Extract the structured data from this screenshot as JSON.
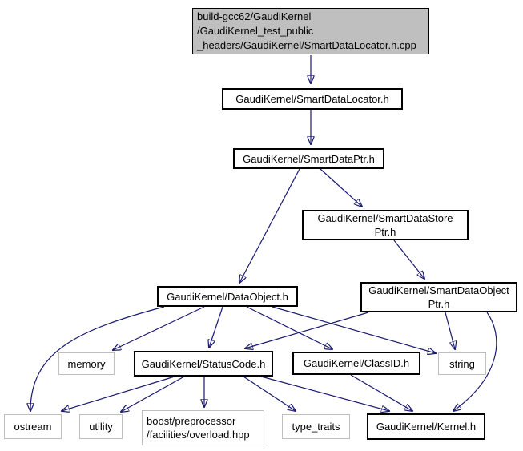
{
  "diagram": {
    "type": "include-dependency-graph",
    "edge_color": "#191970",
    "colors": {
      "root_fill": "#bfbfbf",
      "module_node_border": "#000000",
      "system_node_border": "#bebebe",
      "background": "#ffffff",
      "text": "#000000"
    },
    "nodes": {
      "root": {
        "lines": [
          "build-gcc62/GaudiKernel",
          "/GaudiKernel_test_public",
          "_headers/GaudiKernel/SmartDataLocator.h.cpp"
        ]
      },
      "smart_data_locator": {
        "label": "GaudiKernel/SmartDataLocator.h"
      },
      "smart_data_ptr": {
        "label": "GaudiKernel/SmartDataPtr.h"
      },
      "smart_data_store_ptr": {
        "lines": [
          "GaudiKernel/SmartDataStore",
          "Ptr.h"
        ]
      },
      "data_object": {
        "label": "GaudiKernel/DataObject.h"
      },
      "smart_data_object_ptr": {
        "lines": [
          "GaudiKernel/SmartDataObject",
          "Ptr.h"
        ]
      },
      "memory": {
        "label": "memory"
      },
      "status_code": {
        "label": "GaudiKernel/StatusCode.h"
      },
      "class_id": {
        "label": "GaudiKernel/ClassID.h"
      },
      "string": {
        "label": "string"
      },
      "ostream": {
        "label": "ostream"
      },
      "utility": {
        "label": "utility"
      },
      "boost_overload": {
        "lines": [
          "boost/preprocessor",
          "/facilities/overload.hpp"
        ]
      },
      "type_traits": {
        "label": "type_traits"
      },
      "kernel": {
        "label": "GaudiKernel/Kernel.h"
      }
    },
    "edges": [
      {
        "from": "root",
        "to": "smart_data_locator"
      },
      {
        "from": "smart_data_locator",
        "to": "smart_data_ptr"
      },
      {
        "from": "smart_data_ptr",
        "to": "data_object"
      },
      {
        "from": "smart_data_ptr",
        "to": "smart_data_store_ptr"
      },
      {
        "from": "smart_data_store_ptr",
        "to": "smart_data_object_ptr"
      },
      {
        "from": "data_object",
        "to": "ostream"
      },
      {
        "from": "data_object",
        "to": "memory"
      },
      {
        "from": "data_object",
        "to": "status_code"
      },
      {
        "from": "data_object",
        "to": "class_id"
      },
      {
        "from": "data_object",
        "to": "string"
      },
      {
        "from": "smart_data_object_ptr",
        "to": "status_code"
      },
      {
        "from": "smart_data_object_ptr",
        "to": "string"
      },
      {
        "from": "smart_data_object_ptr",
        "to": "kernel"
      },
      {
        "from": "status_code",
        "to": "ostream"
      },
      {
        "from": "status_code",
        "to": "utility"
      },
      {
        "from": "status_code",
        "to": "boost_overload"
      },
      {
        "from": "status_code",
        "to": "type_traits"
      },
      {
        "from": "status_code",
        "to": "kernel"
      },
      {
        "from": "class_id",
        "to": "kernel"
      }
    ]
  }
}
